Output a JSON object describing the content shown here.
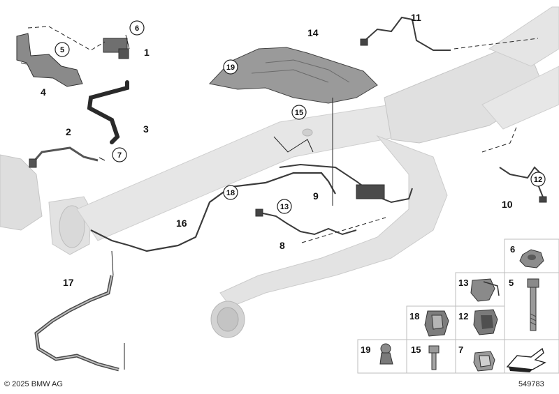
{
  "diagram": {
    "callouts": {
      "c1": "1",
      "c2": "2",
      "c3": "3",
      "c4": "4",
      "c5": "5",
      "c6": "6",
      "c7": "7",
      "c8": "8",
      "c9": "9",
      "c10": "10",
      "c11": "11",
      "c12": "12",
      "c13": "13",
      "c14": "14",
      "c15": "15",
      "c16": "16",
      "c17": "17",
      "c18": "18",
      "c19": "19"
    },
    "grid_parts": {
      "g6": "6",
      "g13": "13",
      "g5": "5",
      "g18": "18",
      "g12": "12",
      "g19": "19",
      "g15": "15",
      "g7": "7"
    }
  },
  "footer": {
    "copyright": "© 2025 BMW AG",
    "image_number": "549783"
  }
}
